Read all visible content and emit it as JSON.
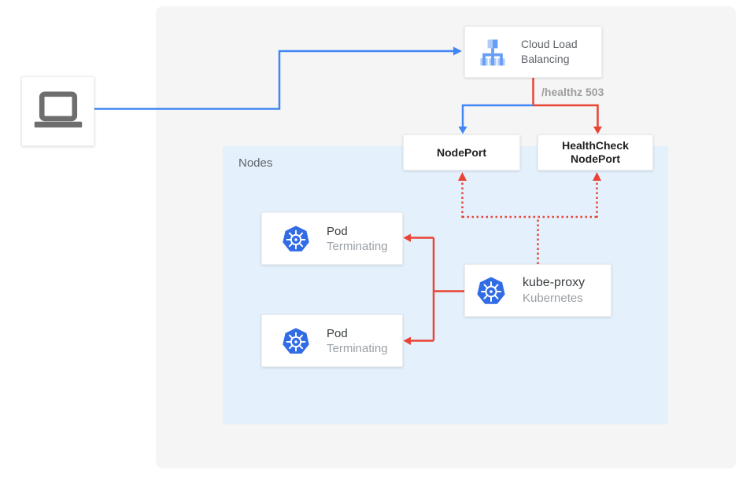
{
  "colors": {
    "blue": "#4285F4",
    "red": "#EA4335",
    "panel_bg": "#F5F5F5",
    "nodes_bg": "#E4F1FC",
    "text_gray": "#5F6368",
    "text_dark": "#3C4043",
    "text_dark_strong": "#202124",
    "text_light_gray": "#9AA0A6",
    "k8s_blue": "#326CE5",
    "lb_icon_light": "#AECBFA",
    "lb_icon_medium": "#669DF6",
    "laptop_gray": "#6E6E6E"
  },
  "client": {
    "icon": "laptop-icon"
  },
  "load_balancer": {
    "label": "Cloud Load Balancing",
    "icon": "cloud-load-balancing-icon"
  },
  "health_check": {
    "status_label": "/healthz 503"
  },
  "node_port": {
    "label": "NodePort"
  },
  "health_check_node_port": {
    "label": "HealthCheck NodePort"
  },
  "nodes_group": {
    "label": "Nodes"
  },
  "kube_proxy": {
    "title": "kube-proxy",
    "subtitle": "Kubernetes",
    "icon": "kubernetes-icon"
  },
  "pods": [
    {
      "title": "Pod",
      "status": "Terminating",
      "icon": "kubernetes-icon"
    },
    {
      "title": "Pod",
      "status": "Terminating",
      "icon": "kubernetes-icon"
    }
  ]
}
